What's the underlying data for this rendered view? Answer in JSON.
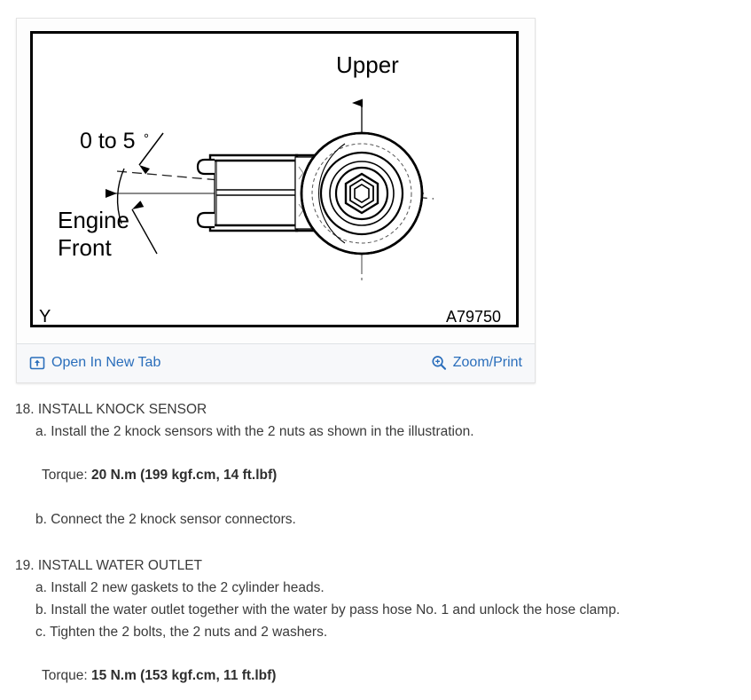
{
  "figure": {
    "alt_title": "Knock sensor installation orientation diagram",
    "labels": {
      "angle": "0 to 5",
      "angle_unit": "°",
      "upper": "Upper",
      "engine": "Engine",
      "front": "Front",
      "corner_mark": "Y",
      "drawing_id": "A79750"
    }
  },
  "toolbar": {
    "open_in_new_tab": "Open In New Tab",
    "zoom_print": "Zoom/Print",
    "open_icon_name": "open-in-new-tab-icon",
    "zoom_icon_name": "magnifier-plus-icon",
    "link_color": "#2a6ebb",
    "background": "#f7f8fa"
  },
  "instructions": [
    {
      "number": "18.",
      "title": "18. INSTALL KNOCK SENSOR",
      "steps": [
        "a. Install the 2 knock sensors with the 2 nuts as shown in the illustration."
      ],
      "torque_label": "Torque:",
      "torque_value": "20 N.m (199 kgf.cm, 14 ft.lbf)",
      "steps_after_torque": [
        "b. Connect the 2 knock sensor connectors."
      ]
    },
    {
      "number": "19.",
      "title": "19. INSTALL WATER OUTLET",
      "steps": [
        "a. Install 2 new gaskets to the 2 cylinder heads.",
        "b. Install the water outlet together with the water by pass hose No. 1 and unlock the hose clamp.",
        "c. Tighten the 2 bolts, the 2 nuts and 2 washers."
      ],
      "torque_label": "Torque:",
      "torque_value": "15 N.m (153 kgf.cm, 11 ft.lbf)",
      "steps_after_torque": []
    }
  ]
}
